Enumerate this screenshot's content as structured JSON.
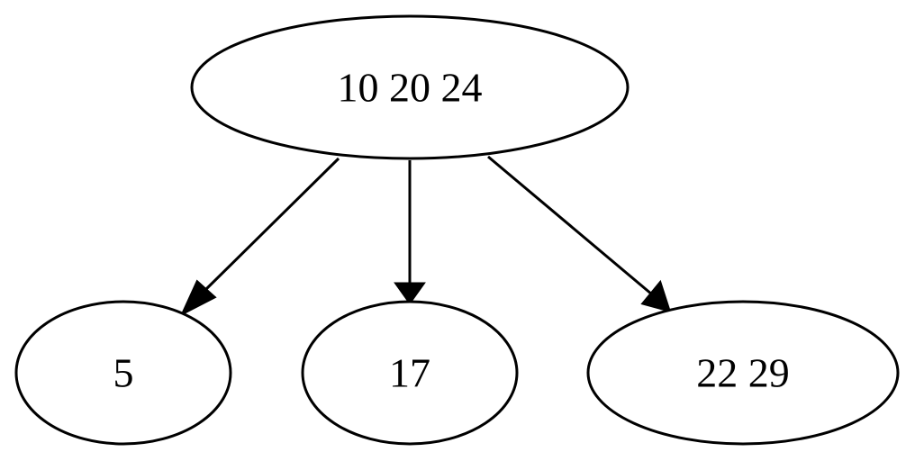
{
  "tree": {
    "nodes": [
      {
        "id": "root",
        "label": "10 20 24"
      },
      {
        "id": "child-1",
        "label": "5"
      },
      {
        "id": "child-2",
        "label": "17"
      },
      {
        "id": "child-3",
        "label": "22 29"
      }
    ],
    "edges": [
      {
        "from": "root",
        "to": "child-1"
      },
      {
        "from": "root",
        "to": "child-2"
      },
      {
        "from": "root",
        "to": "child-3"
      }
    ]
  }
}
